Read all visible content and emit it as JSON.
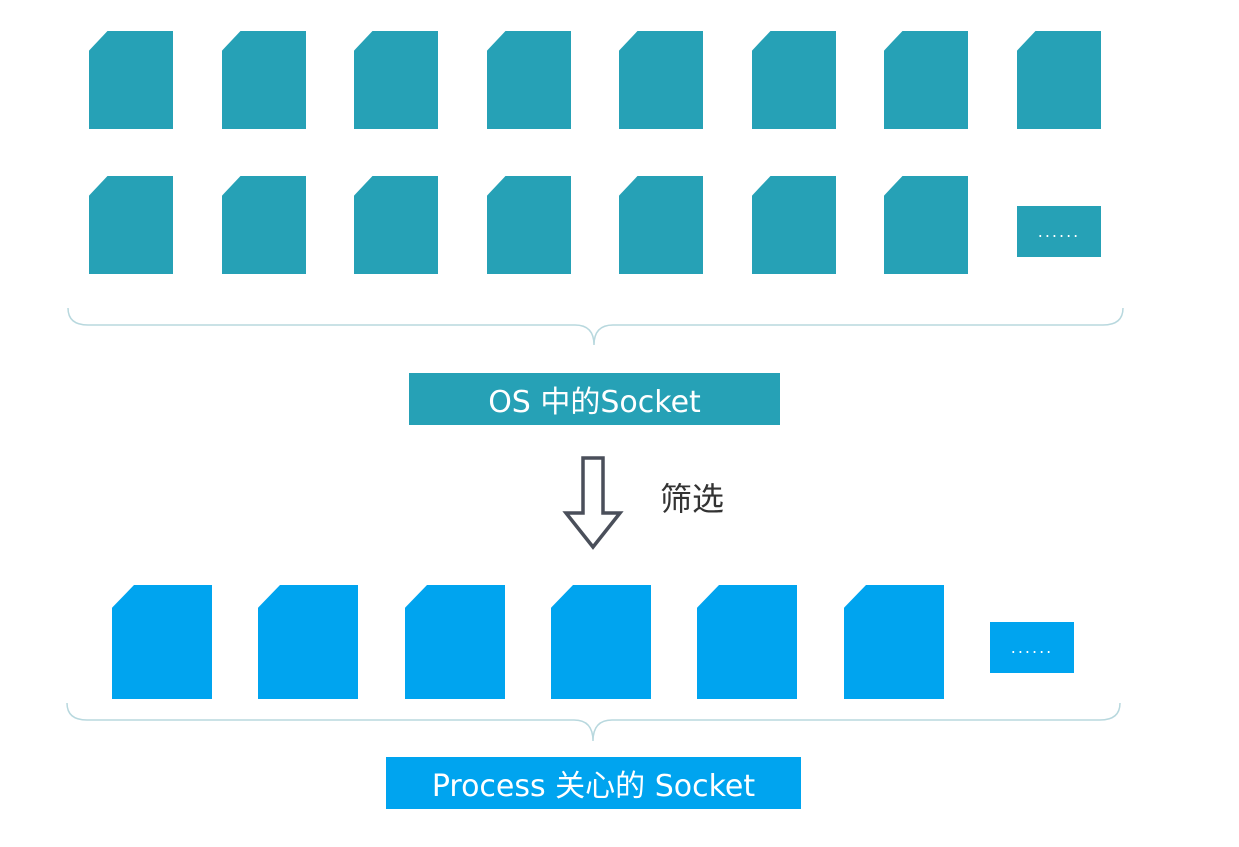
{
  "colors": {
    "os": "#26a1b6",
    "process": "#00a4ef",
    "brace": "#b8d8de",
    "arrow": "#4a4f5a"
  },
  "os_group": {
    "item_count": 15,
    "more_label": "......",
    "caption": "OS 中的Socket"
  },
  "filter": {
    "label": "筛选"
  },
  "process_group": {
    "item_count": 6,
    "more_label": "......",
    "caption": "Process 关心的 Socket"
  }
}
